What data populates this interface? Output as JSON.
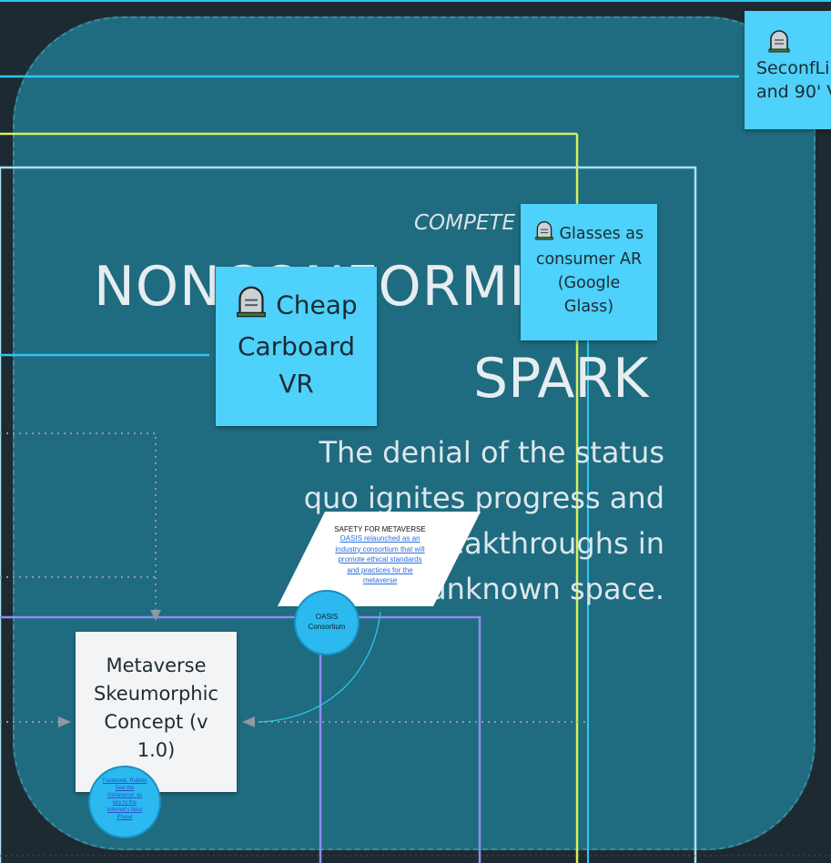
{
  "board": {
    "compete_label": "COMPETE",
    "title_line1": "NONCONFORMISM",
    "title_line2": "SPARK",
    "description_lines": [
      "The denial of the status",
      "quo ignites progress and",
      "breakthroughs in",
      "unknown space."
    ]
  },
  "stickies": {
    "secondlife": {
      "line1": "SeconfLi",
      "line2": "and 90' V",
      "icon": "tombstone-icon"
    },
    "glasses": {
      "lines": [
        "Glasses as",
        "consumer AR",
        "(Google",
        "Glass)"
      ],
      "icon": "tombstone-icon"
    },
    "cardboard": {
      "lines": [
        "Cheap",
        "Carboard",
        "VR"
      ],
      "icon": "tombstone-icon"
    },
    "metaverse": {
      "lines": [
        "Metaverse",
        "Skeumorphic",
        "Concept (v",
        "1.0)"
      ]
    }
  },
  "safety_card": {
    "title": "SAFETY FOR METAVERSE",
    "link_lines": [
      "OASIS relaunched as an",
      "industry consortium that will",
      "promote ethical standards",
      "and practices for the",
      "metaverse"
    ]
  },
  "circles": {
    "oasis": {
      "lines": [
        "OASIS",
        "Consortium"
      ]
    },
    "facebook": {
      "lines": [
        "Facebook, Roblox",
        "See the",
        "'Metaverse' as",
        "key to the",
        "Internet's Next",
        "Phase"
      ]
    }
  },
  "colors": {
    "board": "#1f6b80",
    "sticky_blue": "#4ed1fb",
    "line_cyan": "#2fc8f0",
    "line_yellow": "#d6f25a",
    "line_purple": "#8f8cf0",
    "line_light": "#a9dff0"
  }
}
